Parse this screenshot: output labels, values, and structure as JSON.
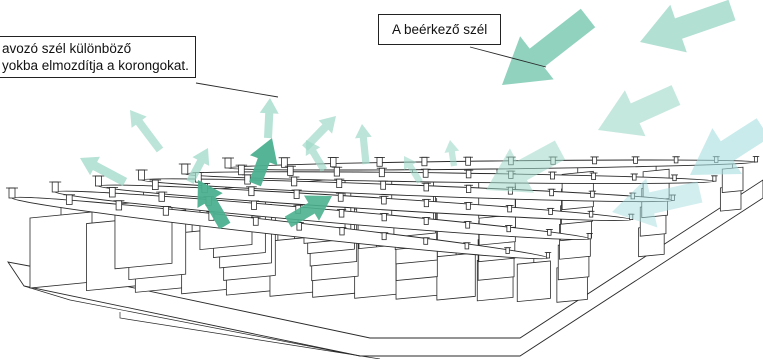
{
  "callouts": {
    "outgoing": {
      "line1": "avozó szél különböző",
      "line2": "yokba elmozdítja a korongokat."
    },
    "incoming": {
      "text": "A beérkező szél"
    }
  },
  "colors": {
    "line": "#2a2a2a",
    "panel_fill": "#ffffff",
    "arrow_light": "#9fd8c8",
    "arrow_mid": "#7ccab3",
    "arrow_dark": "#4cb08f",
    "arrow_cyan": "#a6dde0"
  }
}
